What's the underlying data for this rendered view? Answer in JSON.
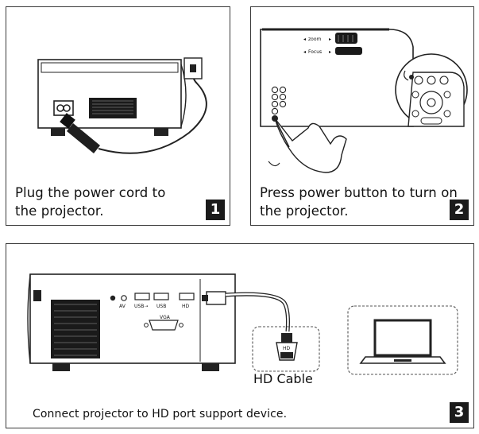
{
  "steps": [
    {
      "caption": "Plug the power cord to the projector.",
      "number": "1"
    },
    {
      "caption": "Press power button to turn on the projector.",
      "number": "2"
    },
    {
      "caption": "Connect projector to HD port support device.",
      "number": "3"
    }
  ],
  "labels": {
    "zoom": "zoom",
    "focus": "Focus",
    "port_av": "AV",
    "port_usb1": "USB➝",
    "port_usb2": "USB",
    "port_hd": "HD",
    "port_vga": "VGA",
    "connector_hd": "HD",
    "hd_cable": "HD Cable"
  }
}
